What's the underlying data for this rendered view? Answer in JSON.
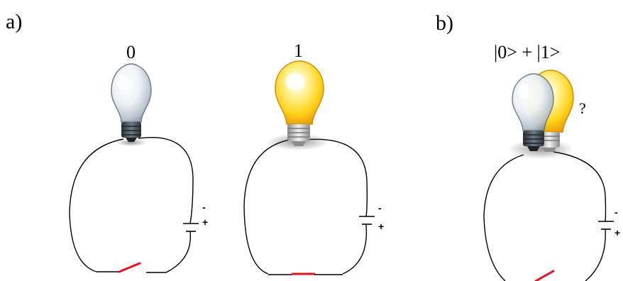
{
  "panels": {
    "a": "a)",
    "b": "b)"
  },
  "states": {
    "off": "0",
    "on": "1",
    "superposition": "|0> + |1>"
  },
  "unknown_mark": "?",
  "battery": {
    "negative": "-",
    "positive": "+"
  },
  "colors": {
    "wire": "#000000",
    "switch": "#e3141b",
    "bulb_off": "#dfe6ee",
    "bulb_on": "#ffd21a"
  }
}
